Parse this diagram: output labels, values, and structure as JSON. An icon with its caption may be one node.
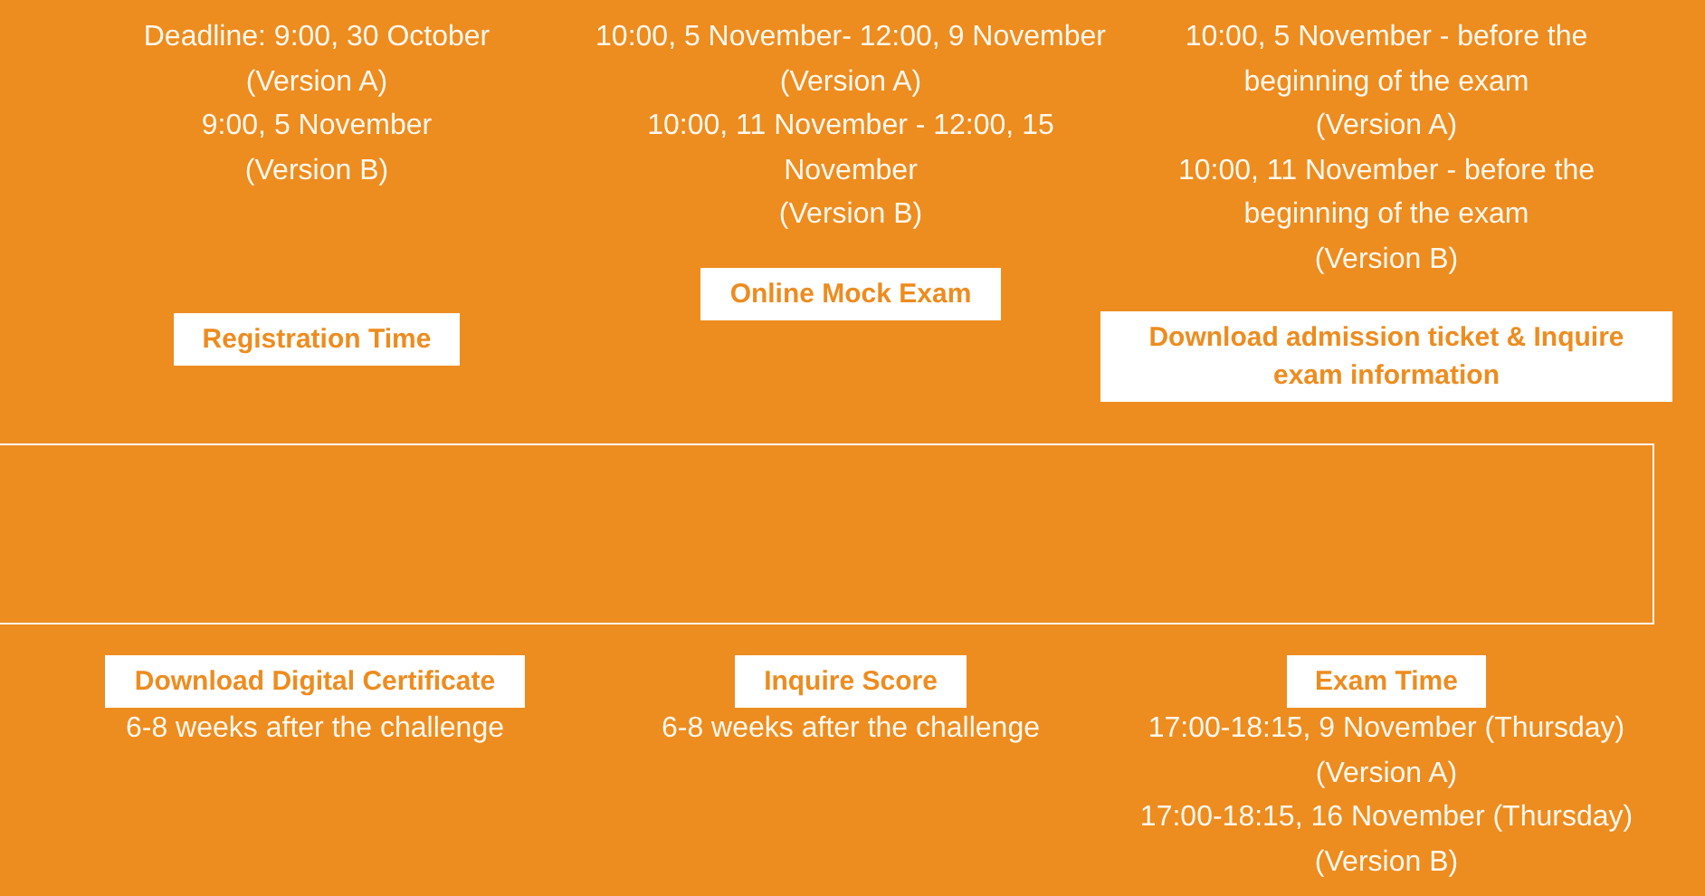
{
  "diagram": {
    "nodes": [
      {
        "text": [
          "Registration Time"
        ],
        "beside": [
          "Deadline: 9:00, 30 October",
          "(Version A)",
          "9:00, 5 November",
          "(Version B)"
        ]
      },
      {
        "text": [
          "Online Mock Exam"
        ],
        "beside": [
          "10:00, 5 November- 12:00, 9 November",
          "(Version A)",
          "10:00, 11 November - 12:00, 15 November",
          "(Version B)"
        ]
      },
      {
        "text": [
          "Download admission ticket & Inquire exam information"
        ],
        "beside": [
          "10:00, 5 November - before the beginning of the exam",
          "(Version A)",
          "10:00, 11 November - before the beginning of the exam",
          "(Version B)"
        ]
      },
      {
        "text": [],
        "shape": "box"
      },
      {
        "text": [
          "Download Digital Certificate"
        ],
        "beside": [
          "6-8 weeks after the challenge"
        ]
      },
      {
        "text": [
          "Inquire Score"
        ],
        "beside": [
          "6-8 weeks after the challenge"
        ]
      },
      {
        "text": [
          "Exam Time"
        ],
        "beside": [
          "17:00-18:15, 9 November (Thursday)",
          "(Version A)",
          "17:00-18:15, 16 November (Thursday)",
          "(Version B)"
        ]
      }
    ]
  }
}
